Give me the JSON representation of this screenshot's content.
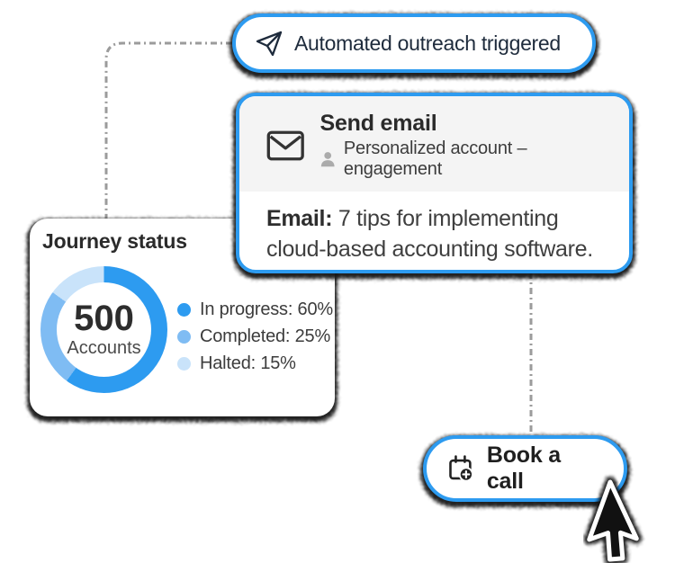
{
  "outreach_pill": {
    "icon": "send-icon",
    "label": "Automated outreach triggered"
  },
  "email_card": {
    "icon": "envelope-icon",
    "title": "Send email",
    "subtitle_icon": "person-icon",
    "subtitle": "Personalized account – engagement",
    "body_label": "Email:",
    "body_text": " 7 tips for implementing\ncloud-based accounting software."
  },
  "journey_card": {
    "title": "Journey status",
    "center_value": "500",
    "center_label": "Accounts",
    "legend": [
      {
        "label": "In progress: 60%"
      },
      {
        "label": "Completed: 25%"
      },
      {
        "label": "Halted: 15%"
      }
    ]
  },
  "book_call_pill": {
    "icon": "calendar-plus-icon",
    "label": "Book a call"
  },
  "cursor": {
    "icon": "cursor-arrow-icon"
  },
  "chart_data": {
    "type": "pie",
    "subtype": "donut",
    "title": "Journey status",
    "center_value": 500,
    "center_label": "Accounts",
    "segments": [
      {
        "label": "In progress",
        "value_pct": 60,
        "color": "#2D9BF0"
      },
      {
        "label": "Completed",
        "value_pct": 25,
        "color": "#7FBCF3"
      },
      {
        "label": "Halted",
        "value_pct": 15,
        "color": "#C9E3FA"
      }
    ],
    "start_angle_deg": 0,
    "direction": "clockwise",
    "legend_position": "right"
  },
  "colors": {
    "accent_blue": "#2D9BF0",
    "card_header_bg": "#F4F4F4",
    "connector_gray": "#9B9B9B",
    "shadow": "#181818",
    "text_navy": "#1E2B3C",
    "text_dark": "#2B2B2B",
    "text_body": "#3F3F3F"
  }
}
